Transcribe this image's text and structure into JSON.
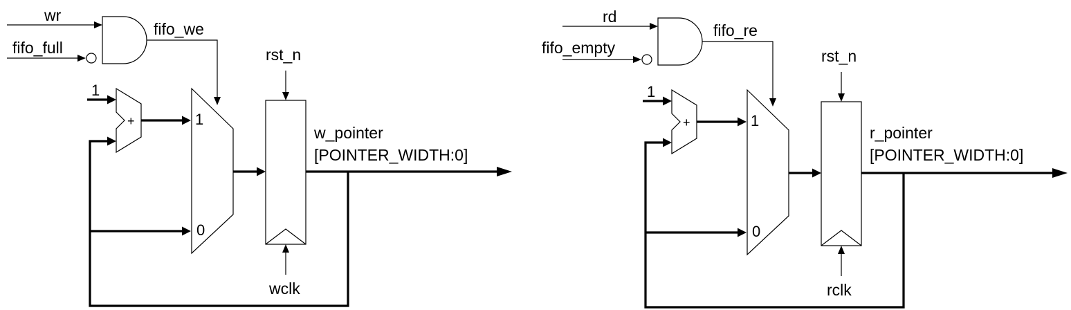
{
  "colors": {
    "line": "#000000",
    "background": "#ffffff"
  },
  "write": {
    "input_a": "wr",
    "input_b": "fifo_full",
    "enable": "fifo_we",
    "reset": "rst_n",
    "const_one": "1",
    "adder_sign": "+",
    "mux_in1": "1",
    "mux_in0": "0",
    "out_name": "w_pointer",
    "out_width": "[POINTER_WIDTH:0]",
    "clock": "wclk"
  },
  "read": {
    "input_a": "rd",
    "input_b": "fifo_empty",
    "enable": "fifo_re",
    "reset": "rst_n",
    "const_one": "1",
    "adder_sign": "+",
    "mux_in1": "1",
    "mux_in0": "0",
    "out_name": "r_pointer",
    "out_width": "[POINTER_WIDTH:0]",
    "clock": "rclk"
  }
}
